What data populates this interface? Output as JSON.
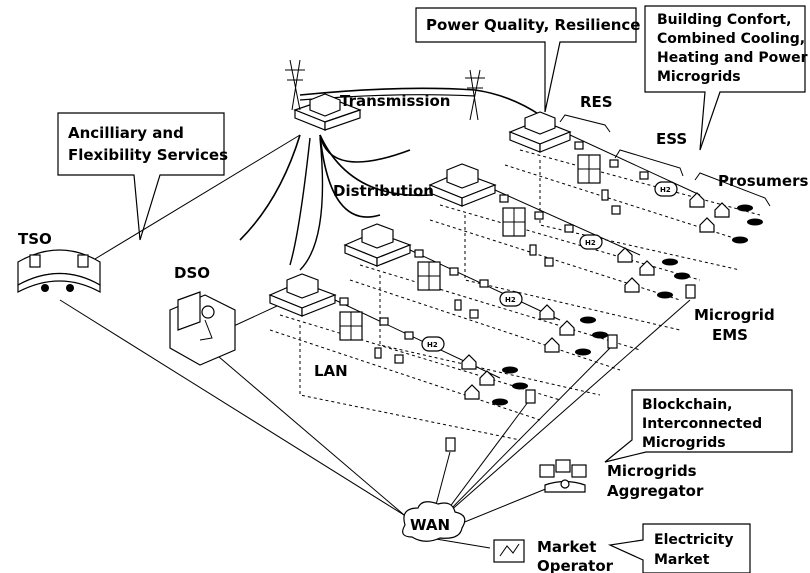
{
  "labels": {
    "transmission": "Transmission",
    "distribution": "Distribution",
    "tso": "TSO",
    "dso": "DSO",
    "lan": "LAN",
    "wan": "WAN",
    "res": "RES",
    "ess": "ESS",
    "prosumers": "Prosumers",
    "microgrid_ems": [
      "Microgrid",
      "EMS"
    ],
    "aggregator": [
      "Microgrids",
      "Aggregator"
    ],
    "market_operator": [
      "Market",
      "Operator"
    ],
    "h2": "H2"
  },
  "callouts": {
    "power_quality": [
      "Power Quality, Resilience"
    ],
    "building": [
      "Building Confort,",
      "Combined Cooling,",
      "Heating and Power",
      "Microgrids"
    ],
    "ancillary": [
      "Ancilliary and",
      "Flexibility Services"
    ],
    "blockchain": [
      "Blockchain,",
      "Interconnected",
      "Microgrids"
    ],
    "electricity_market": [
      "Electricity",
      "Market"
    ]
  }
}
